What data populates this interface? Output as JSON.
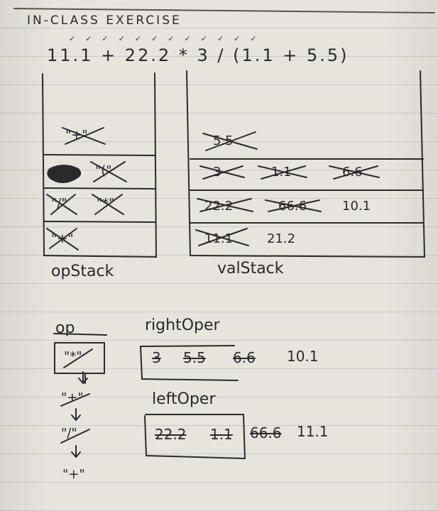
{
  "title": "IN-CLASS EXERCISE",
  "checkmarks": "✓✓✓✓✓✓✓✓✓✓✓✓",
  "expression": "11.1 + 22.2 * 3 / (1.1 + 5.5)",
  "op_stack": {
    "label": "opStack",
    "rows": [
      [
        "\"+\""
      ],
      [
        "",
        "\"(\""
      ],
      [
        "\"/\"",
        "\"*\""
      ],
      [
        "\"+\""
      ]
    ]
  },
  "val_stack": {
    "label": "valStack",
    "rows": [
      [
        "5.5"
      ],
      [
        "3",
        "1.1",
        "6.6"
      ],
      [
        "22.2",
        "66.6",
        "10.1"
      ],
      [
        "11.1",
        "21.2"
      ]
    ]
  },
  "op": {
    "label": "op",
    "current": "\"*\"",
    "sequence": [
      "\"+\"",
      "\"/\"",
      "\"+\""
    ]
  },
  "right_oper": {
    "label": "rightOper",
    "values": [
      "3",
      "5.5",
      "6.6",
      "10.1"
    ]
  },
  "left_oper": {
    "label": "leftOper",
    "values": [
      "22.2",
      "1.1",
      "66.6",
      "11.1"
    ]
  }
}
